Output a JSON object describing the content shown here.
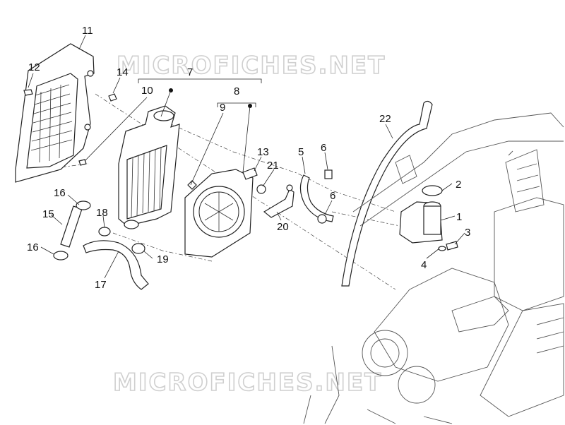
{
  "watermark": {
    "top_text": "MICROFICHES.NET",
    "bottom_text": "MICROFICHES.NET"
  },
  "callouts": {
    "c1": "1",
    "c2": "2",
    "c3": "3",
    "c4": "4",
    "c5": "5",
    "c6a": "6",
    "c6b": "6",
    "c7": "7",
    "c8": "8",
    "c9": "9",
    "c10": "10",
    "c11": "11",
    "c12": "12",
    "c13": "13",
    "c14": "14",
    "c15": "15",
    "c16a": "16",
    "c16b": "16",
    "c17": "17",
    "c18": "18",
    "c19": "19",
    "c20": "20",
    "c21": "21",
    "c22": "22"
  },
  "colors": {
    "line": "#222222",
    "watermark": "#cfcfcf",
    "background": "#ffffff"
  }
}
